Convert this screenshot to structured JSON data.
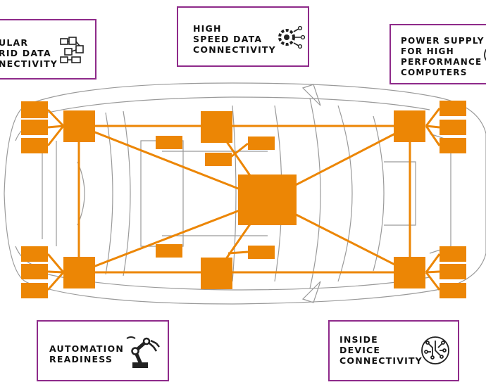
{
  "callouts": {
    "modular": {
      "lines": [
        "ULAR",
        "RID DATA",
        "NECTIVITY"
      ],
      "icon": "modular-blocks-icon"
    },
    "high_speed": {
      "lines": [
        "HIGH",
        "SPEED DATA",
        "CONNECTIVITY"
      ],
      "icon": "gear-circuit-icon"
    },
    "power_supply": {
      "lines": [
        "POWER SUPPLY",
        "FOR HIGH",
        "PERFORMANCE",
        "COMPUTERS"
      ],
      "icon": "power-icon"
    },
    "automation": {
      "lines": [
        "AUTOMATION",
        "READINESS"
      ],
      "icon": "robot-arm-icon"
    },
    "inside_device": {
      "lines": [
        "INSIDE",
        "DEVICE",
        "CONNECTIVITY"
      ],
      "icon": "circuit-circle-icon"
    }
  },
  "colors": {
    "accent": "#ec8605",
    "frame": "#8e2a8a",
    "outline": "#9a9a9a",
    "text": "#111111"
  }
}
